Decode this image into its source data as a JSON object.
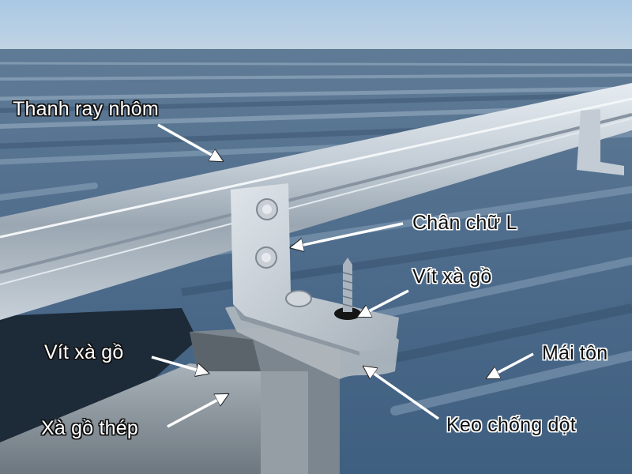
{
  "image": {
    "description": "Solar panel mounting on corrugated metal roof: aluminium rail on L-bracket fixed to steel purlin",
    "colors": {
      "sky": "#b4cde2",
      "roof": "#4f6e8e",
      "rail": "#c9d2da",
      "purlin": "#8a949c"
    }
  },
  "labels": [
    {
      "id": "rail",
      "text": "Thanh ray nhôm"
    },
    {
      "id": "l-bracket",
      "text": "Chân chữ L"
    },
    {
      "id": "screw-top",
      "text": "Vít xà gồ"
    },
    {
      "id": "screw-left",
      "text": "Vít xà gồ"
    },
    {
      "id": "roof-sheet",
      "text": "Mái tôn"
    },
    {
      "id": "purlin",
      "text": "Xà gồ thép"
    },
    {
      "id": "sealant",
      "text": "Keo chống dột"
    }
  ]
}
